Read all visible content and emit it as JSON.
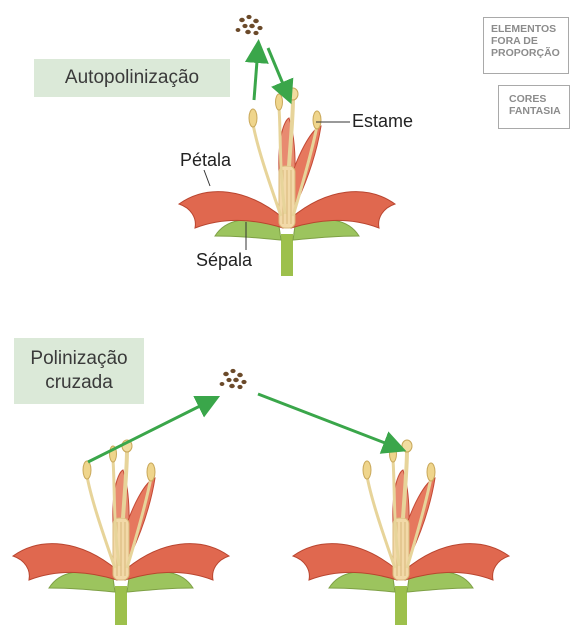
{
  "autopolinizacao": {
    "title": "Autopolinização"
  },
  "polinizacao_cruzada": {
    "title_line1": "Polinização",
    "title_line2": "cruzada"
  },
  "labels": {
    "estame": "Estame",
    "petala": "Pétala",
    "sepala": "Sépala"
  },
  "stamps": {
    "scale": [
      "ELEMENTOS",
      "FORA DE",
      "PROPORÇÃO"
    ],
    "colors": [
      "CORES",
      "FANTASIA"
    ]
  },
  "colors": {
    "petal": "#e0684f",
    "petal_dark": "#c44a36",
    "sepal": "#9cc45e",
    "stem": "#9dc04c",
    "stamen": "#e7d49a",
    "arrow": "#3aa64a",
    "pollen": "#6b4a2a",
    "caption_bg": "#dbe9d8"
  }
}
